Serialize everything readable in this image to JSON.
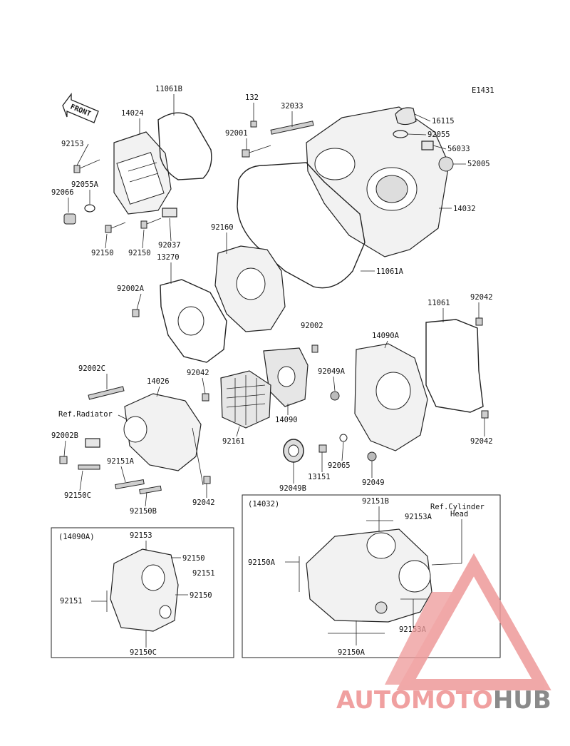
{
  "diagram_code": "E1431",
  "front_arrow_text": "FRONT",
  "labels": [
    "11061B",
    "14024",
    "92153",
    "92055A",
    "92066",
    "92150",
    "92150",
    "92037",
    "132",
    "32033",
    "92001",
    "16115",
    "92055",
    "56033",
    "52005",
    "14032",
    "92160",
    "13270",
    "11061A",
    "92002A",
    "92002",
    "11061",
    "92042",
    "14090A",
    "92049A",
    "14090",
    "92002C",
    "14026",
    "92042",
    "Ref.Radiator",
    "92002B",
    "92161",
    "92049B",
    "13151",
    "92065",
    "92049",
    "92042",
    "92151A",
    "92150C",
    "92150B",
    "92042"
  ],
  "inset_left": {
    "title": "(14090A)",
    "labels": [
      "92153",
      "92150",
      "92151",
      "92151",
      "92150",
      "92150C"
    ]
  },
  "inset_right": {
    "title": "(14032)",
    "labels": [
      "92151B",
      "Ref.Cylinder",
      "Head",
      "92153A",
      "92150A",
      "92153A",
      "92150A"
    ]
  },
  "watermark": {
    "part1": "AUTOMOTO",
    "part2": "HUB",
    "color1": "#f0a0a0",
    "color2": "#8a8a8a"
  }
}
